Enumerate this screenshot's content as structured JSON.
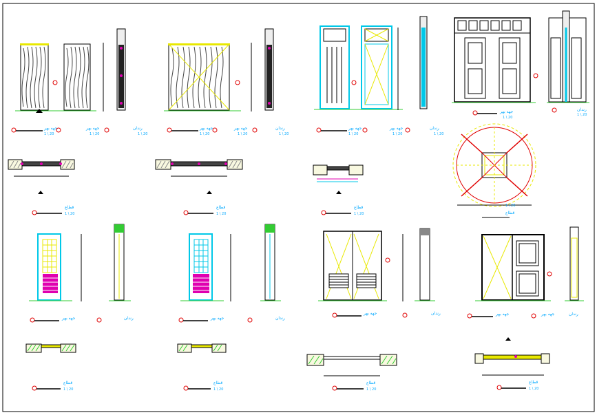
{
  "sheet": {
    "title_labels": [
      "ﺟﻬﻪ ﺑﻬﺮ",
      "ﺟﻬﻪ ﺑﻬﺮ",
      "ﺭﻧﺪﺍﻥ",
      "ﺟﻬﻪ ﺑﻬﺮ",
      "ﺟﻬﻪ ﺑﻬﺮ",
      "ﺭﻧﺪﺍﻥ",
      "ﺟﻬﻪ ﺑﻬﺮ",
      "ﺟﻬﻪ ﺑﻬﺮ",
      "ﺭﻧﺪﺍﻥ",
      "ﺟﻬﻪ ﺑﻬﺮ",
      "ﺭﻧﺪﺍﻥ"
    ],
    "scale_labels": [
      "1 \\ 20",
      "1 \\ 20",
      "1 \\ 20",
      "1 \\ 20",
      "1 \\ 20",
      "1 \\ 20",
      "1 \\ 20",
      "1 \\ 20",
      "1 \\ 20",
      "1 \\ 20",
      "1 \\ 20"
    ],
    "plan_labels": [
      "ﻗﻄﺎﻉ",
      "ﻗﻄﺎﻉ",
      "ﻗﻄﺎﻉ",
      "ﻗﻄﺎﻉ"
    ],
    "plan_scales": [
      "1 \\ 20",
      "1 \\ 20",
      "1 \\ 20",
      "1 \\ 20"
    ],
    "bottom_title_labels": [
      "ﺟﻬﻪ ﺑﻬﺮ",
      "ﺭﻧﺪﺍﻥ",
      "ﺟﻬﻪ ﺑﻬﺮ",
      "ﺭﻧﺪﺍﻥ",
      "ﺟﻬﻪ ﺑﻬﺮ",
      "ﺭﻧﺪﺍﻥ",
      "ﺟﻬﻪ ﺑﻬﺮ",
      "ﺟﻬﻪ ﺑﻬﺮ",
      "ﺭﻧﺪﺍﻥ"
    ],
    "bottom_plan_labels": [
      "ﻗﻄﺎﻉ",
      "ﻗﻄﺎﻉ",
      "ﻗﻄﺎﻉ",
      "ﻗﻄﺎﻉ"
    ],
    "bottom_plan_scales": [
      "1 \\ 20",
      "1 \\ 20",
      "1 \\ 20",
      "1 \\ 20"
    ]
  },
  "colors": {
    "line": "#000000",
    "label": "#00a8ff",
    "cyan": "#00c8e8",
    "yellow": "#e8e800",
    "green": "#33cc33",
    "magenta": "#e000b0",
    "red": "#e00000",
    "gray": "#888888"
  }
}
